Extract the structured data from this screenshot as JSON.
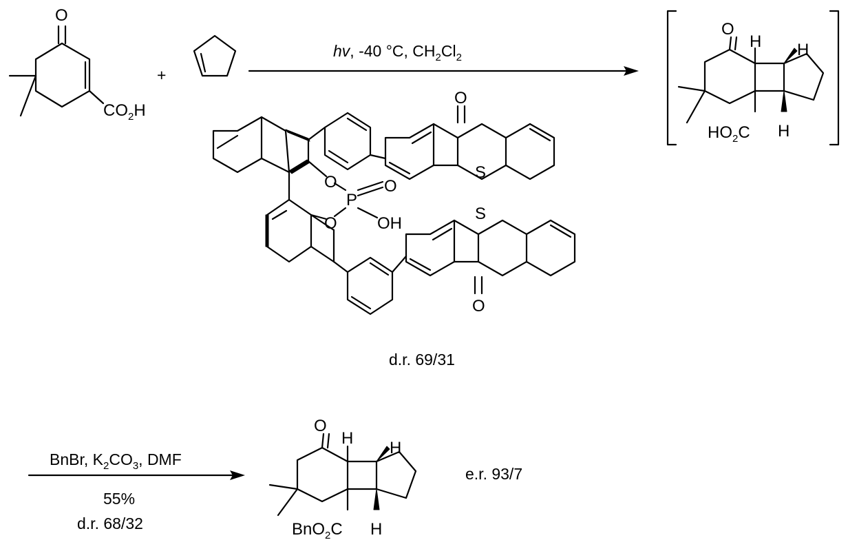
{
  "reaction": {
    "plus": "+",
    "step1": {
      "conditions_italic": "hv",
      "conditions_rest": ", -40 °C, CH",
      "conditions_sub1": "2",
      "conditions_mid": "Cl",
      "conditions_sub2": "2",
      "dr": "d.r. 69/31"
    },
    "step2": {
      "reagents_a": "BnBr, K",
      "reagents_sub1": "2",
      "reagents_b": "CO",
      "reagents_sub2": "3",
      "reagents_c": ", DMF",
      "yield": "55%",
      "dr": "d.r. 68/32",
      "er": "e.r. 93/7"
    }
  },
  "atoms": {
    "O": "O",
    "H": "H",
    "S": "S",
    "P": "P",
    "OH": "OH",
    "CO": "CO",
    "two": "2",
    "Hsuffix": "H",
    "HO": "HO",
    "Csuffix": "C",
    "BnO": "BnO"
  }
}
